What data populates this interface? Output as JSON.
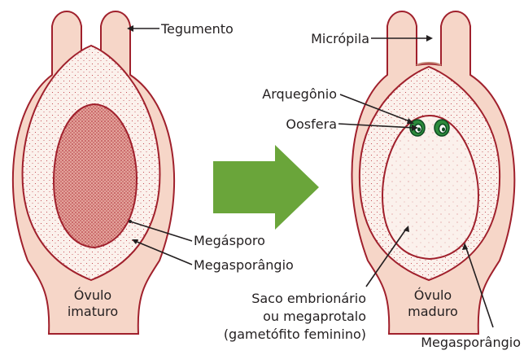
{
  "colors": {
    "integument_fill": "#f6d6c8",
    "outline": "#a0202c",
    "nucellus_fill": "#fbf1ec",
    "stipple": "#b8242e",
    "arrow_green": "#6aa53a",
    "oosphere_green": "#2d8b3c",
    "oosphere_dark": "#0d4a22",
    "label_color": "#231f20"
  },
  "labels": {
    "tegumento": "Tegumento",
    "megasporo": "Megásporo",
    "megasporangio_left": "Megasporângio",
    "ovulo_imaturo_line1": "Óvulo",
    "ovulo_imaturo_line2": "imaturo",
    "micropila": "Micrópila",
    "arquegonio": "Arquegônio",
    "oosfera": "Oosfera",
    "saco_line1": "Saco embrionário",
    "saco_line2": "ou megaprotalo",
    "saco_line3": "(gametófito feminino)",
    "ovulo_maduro_line1": "Óvulo",
    "ovulo_maduro_line2": "maduro",
    "megasporangio_right": "Megasporângio"
  }
}
